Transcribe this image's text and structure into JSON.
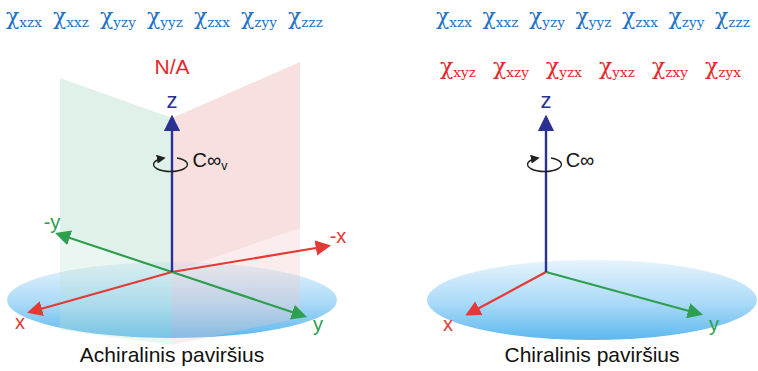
{
  "diagram": {
    "labels": [
      "χxzx",
      "χxxz",
      "χyzy",
      "χyyz",
      "χzxx",
      "χzyy",
      "χzzz",
      "N/A",
      "z",
      "C∞v",
      "-y",
      "-x",
      "x",
      "y",
      "Achiralinis paviršius",
      "χxzx",
      "χxxz",
      "χyzy",
      "χyyz",
      "χzxx",
      "χzyy",
      "χzzz",
      "χxyz",
      "χxzy",
      "χyzx",
      "χyxz",
      "χzxy",
      "χzyx",
      "z",
      "C∞",
      "x",
      "y",
      "Chiralinis paviršius"
    ]
  }
}
